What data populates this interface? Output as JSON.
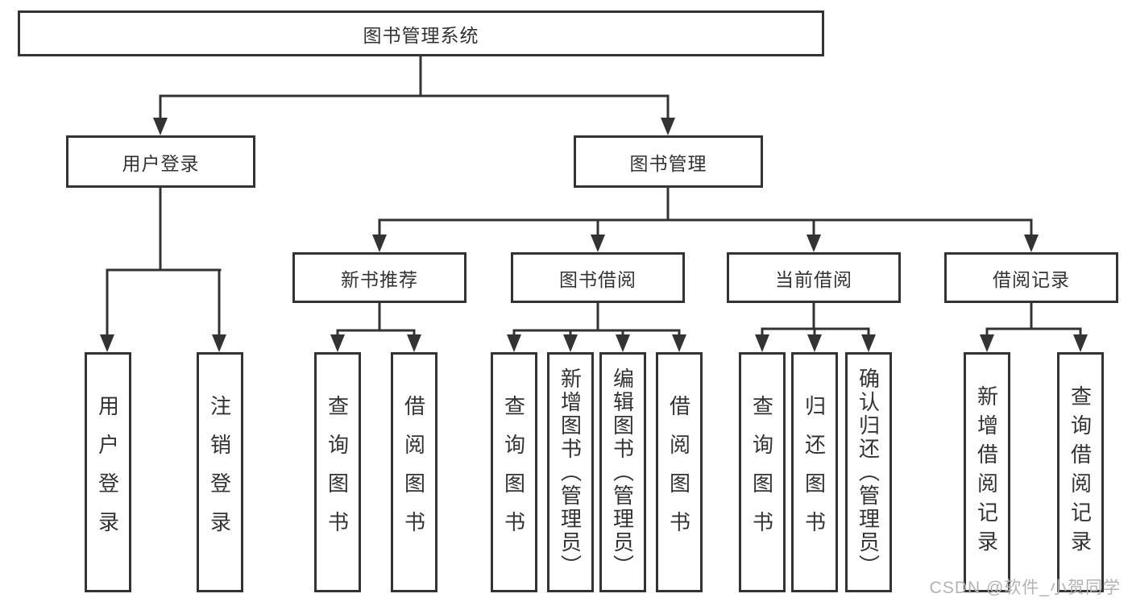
{
  "diagram": {
    "root": {
      "label": "图书管理系统"
    },
    "level2": {
      "user_login": {
        "label": "用户登录"
      },
      "book_management": {
        "label": "图书管理"
      }
    },
    "level3": {
      "new_book_recommend": {
        "label": "新书推荐"
      },
      "book_borrow": {
        "label": "图书借阅"
      },
      "current_borrow": {
        "label": "当前借阅"
      },
      "borrow_records": {
        "label": "借阅记录"
      }
    },
    "level4": {
      "user_login_leaf": {
        "label": "用户登录"
      },
      "logout": {
        "label": "注销登录"
      },
      "recommend_query_books": {
        "label": "查询图书"
      },
      "recommend_borrow_books": {
        "label": "借阅图书"
      },
      "borrow_query_books": {
        "label": "查询图书"
      },
      "borrow_add_books": {
        "label": "新增图书（管理员）"
      },
      "borrow_edit_books": {
        "label": "编辑图书（管理员）"
      },
      "borrow_borrow_books": {
        "label": "借阅图书"
      },
      "current_query_books": {
        "label": "查询图书"
      },
      "current_return_books": {
        "label": "归还图书"
      },
      "current_confirm_return": {
        "label": "确认归还（管理员）"
      },
      "records_add": {
        "label": "新增借阅记录"
      },
      "records_query": {
        "label": "查询借阅记录"
      }
    },
    "watermark": "CSDN @软件_小贺同学",
    "colors": {
      "line": "#333333",
      "watermark": "#b3b3b3",
      "background": "#ffffff"
    }
  }
}
